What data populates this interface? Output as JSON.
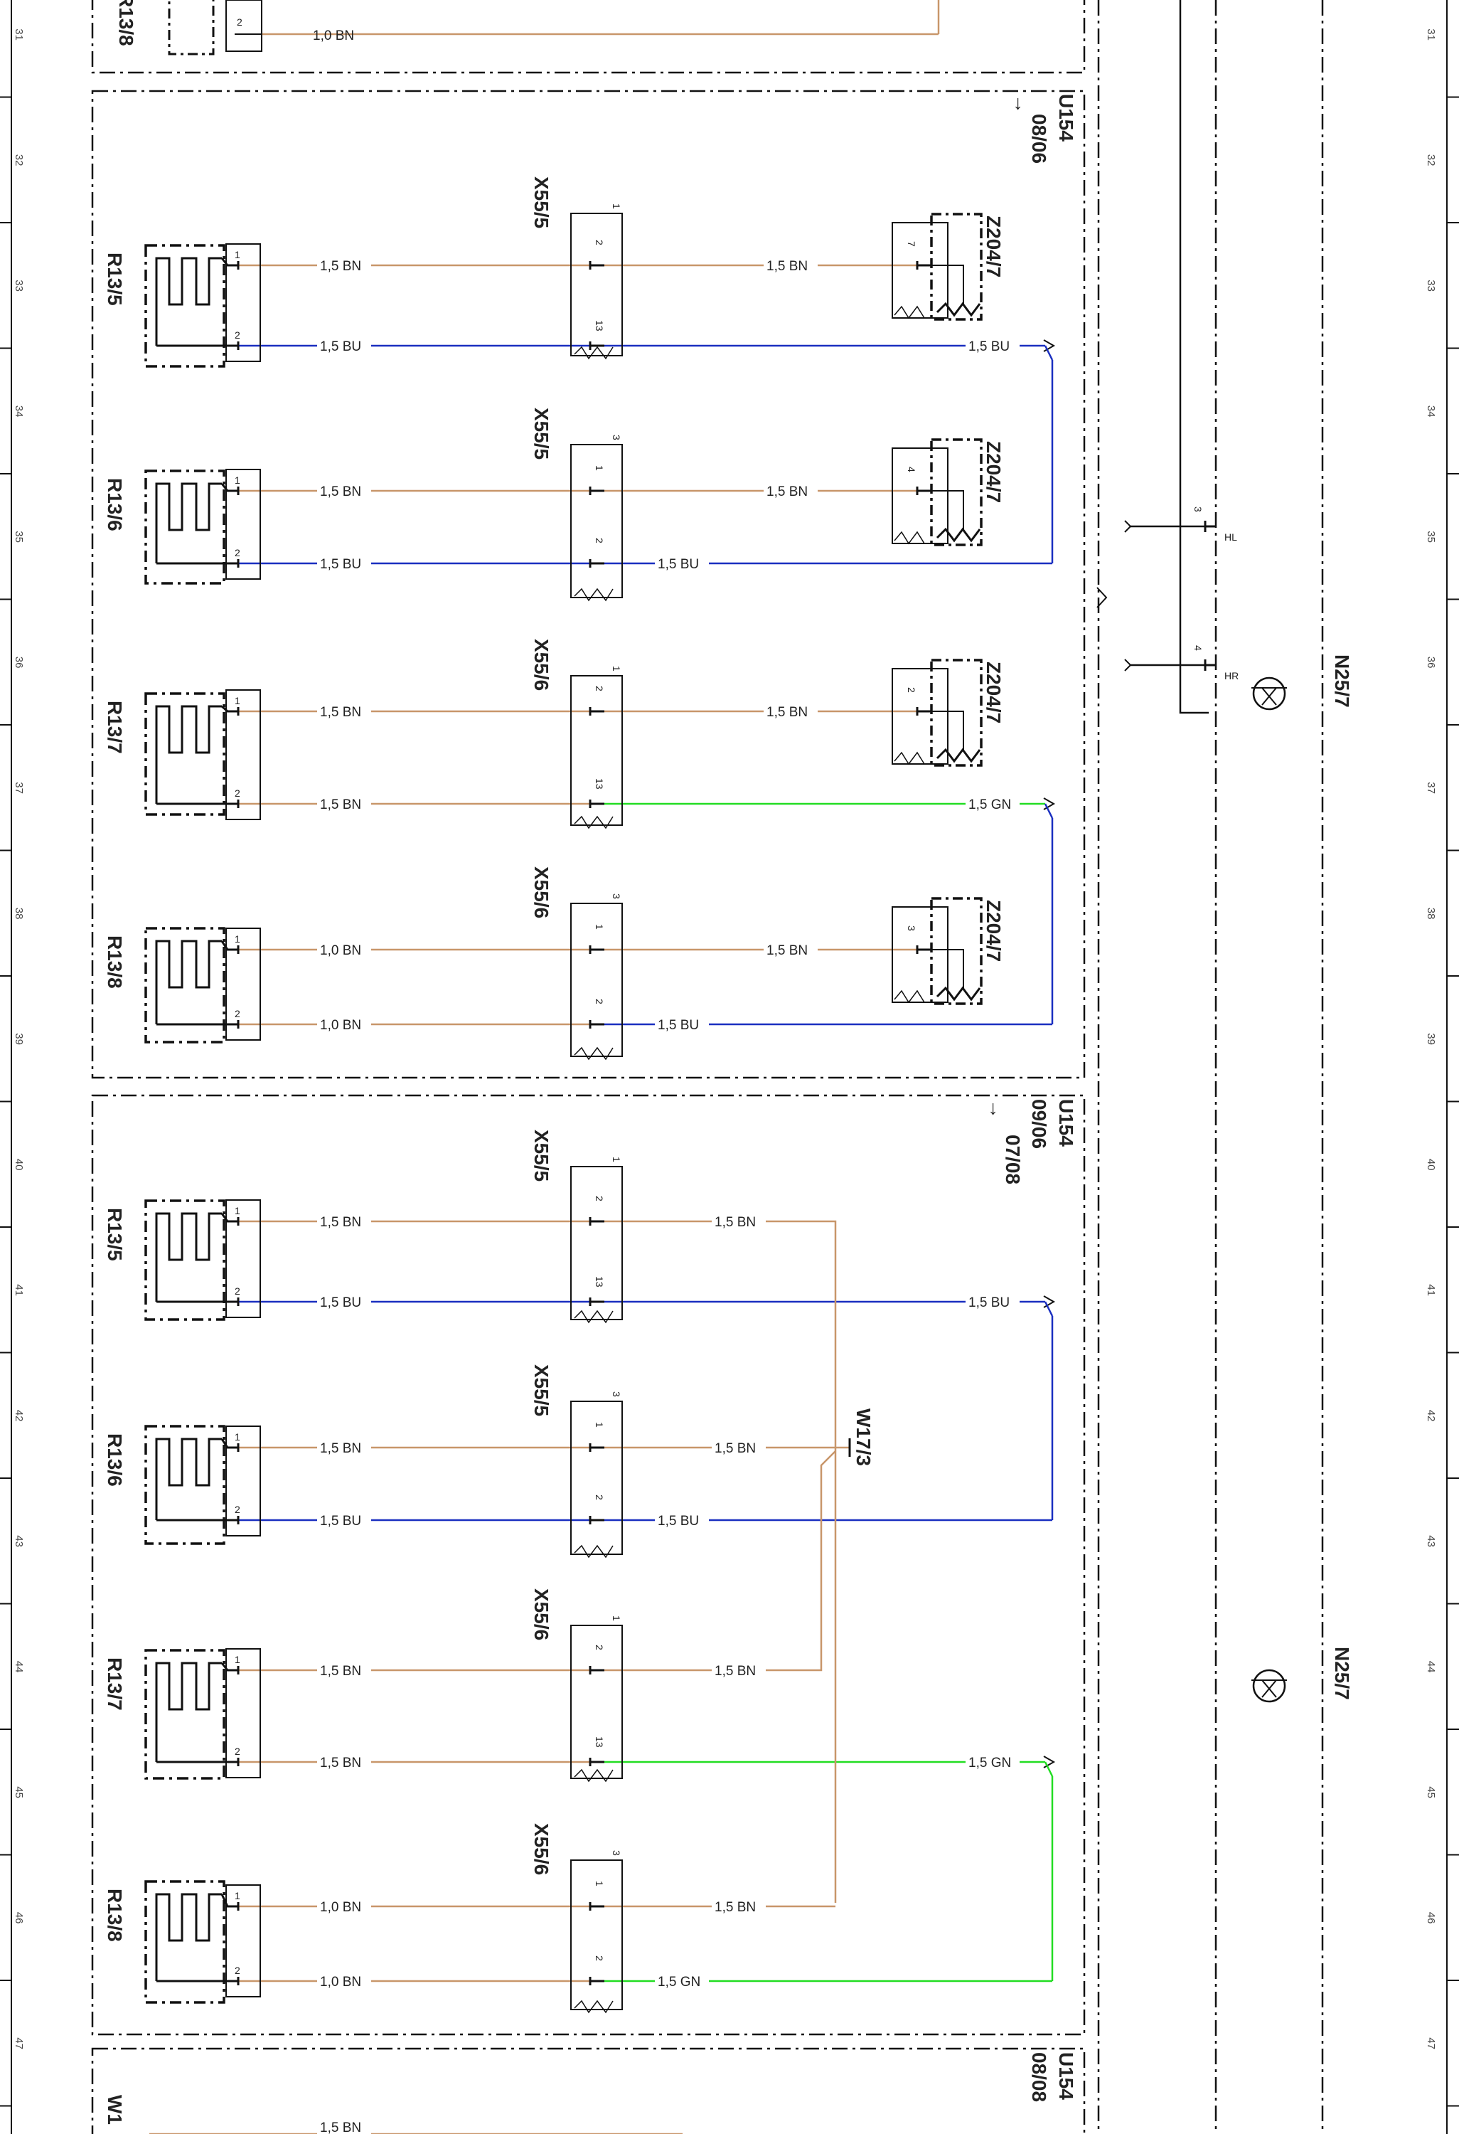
{
  "colors": {
    "BN": "#c8966a",
    "BU": "#1a2fc0",
    "GN": "#22dd22",
    "black": "#111111"
  },
  "grid_ticks": [
    "31",
    "32",
    "33",
    "34",
    "35",
    "36",
    "37",
    "38",
    "39",
    "40",
    "41",
    "42",
    "43",
    "44",
    "45",
    "46",
    "47"
  ],
  "top_stub": {
    "component": "R13/8",
    "pin": "2",
    "wire_label": "1,0 BN"
  },
  "sections": [
    {
      "variant_labels": [
        "U154",
        "08/06"
      ],
      "arrow": "→"
    },
    {
      "variant_labels": [
        "U154",
        "09/06",
        "07/08"
      ],
      "arrow": "→"
    },
    {
      "variant_labels": [
        "U154",
        "08/08"
      ]
    }
  ],
  "sensors": [
    {
      "name": "R13/5",
      "pins": [
        "1",
        "2"
      ]
    },
    {
      "name": "R13/6",
      "pins": [
        "1",
        "2"
      ]
    },
    {
      "name": "R13/7",
      "pins": [
        "1",
        "2"
      ]
    },
    {
      "name": "R13/8",
      "pins": [
        "1",
        "2"
      ]
    }
  ],
  "connectors": [
    {
      "name": "X55/5",
      "top_pin": "1",
      "pins": [
        "2",
        "13"
      ]
    },
    {
      "name": "X55/5",
      "top_pin": "3",
      "pins": [
        "1",
        "2"
      ]
    },
    {
      "name": "X55/6",
      "top_pin": "1",
      "pins": [
        "2",
        "13"
      ]
    },
    {
      "name": "X55/6",
      "top_pin": "3",
      "pins": [
        "1",
        "2"
      ]
    }
  ],
  "z_connectors": [
    {
      "name": "Z204/7",
      "pin": "7"
    },
    {
      "name": "Z204/7",
      "pin": "4"
    },
    {
      "name": "Z204/7",
      "pin": "2"
    },
    {
      "name": "Z204/7",
      "pin": "3"
    }
  ],
  "splice": {
    "name": "W17/3"
  },
  "wire_labels": {
    "bn15": "1,5 BN",
    "bn10": "1,0 BN",
    "bu15": "1,5 BU",
    "gn15": "1,5 GN"
  },
  "right_unit": {
    "name": "N25/7",
    "pins": [
      {
        "num": "3",
        "label": "HL"
      },
      {
        "num": "4",
        "label": "HR"
      }
    ]
  },
  "bottom_stub": {
    "component": "W1",
    "wire_label": "1,5 BN"
  }
}
